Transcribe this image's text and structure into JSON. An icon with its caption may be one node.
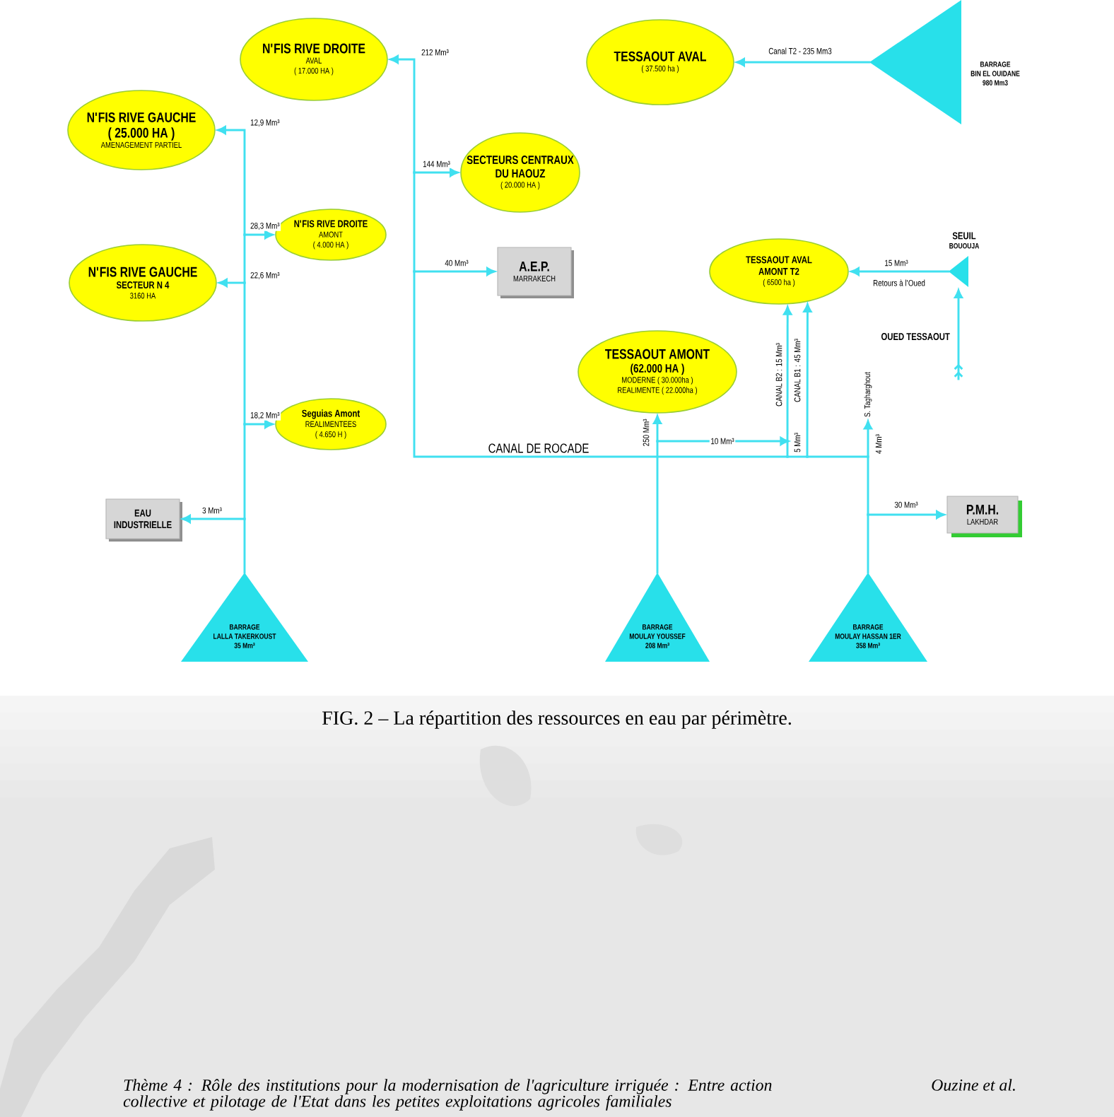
{
  "diagram": {
    "caption": "FIG. 2 – La répartition des ressources en eau par périmètre.",
    "nodes": [
      {
        "text": [
          "N'FIS RIVE DROITE",
          "AVAL",
          "( 17.000 HA )"
        ]
      },
      {
        "text": [
          "TESSAOUT AVAL",
          "( 37.500 ha )"
        ]
      },
      {
        "text": [
          "BARRAGE",
          "BIN EL OUIDANE",
          "980 Mm3"
        ]
      },
      {
        "text": [
          "N'FIS RIVE GAUCHE",
          "( 25.000 HA )",
          "AMENAGEMENT PARTIEL"
        ]
      },
      {
        "text": [
          "SECTEURS CENTRAUX DU HAOUZ",
          "( 20.000 HA )"
        ]
      },
      {
        "text": [
          "N'FIS RIVE DROITE",
          "AMONT",
          "( 4.000 HA )"
        ]
      },
      {
        "text": [
          "N'FIS RIVE GAUCHE",
          "SECTEUR N 4",
          "3160 HA"
        ]
      },
      {
        "text": [
          "A.E.P.",
          "MARRAKECH"
        ]
      },
      {
        "text": [
          "TESSAOUT AVAL AMONT T2",
          "( 6500 ha )"
        ]
      },
      {
        "text": [
          "SEUIL",
          "BOUOUJA"
        ]
      },
      {
        "text": [
          "TESSAOUT AMONT",
          "(62.000 HA )",
          "MODERNE ( 30.000ha ) REALIMENTE ( 22.000ha )"
        ]
      },
      {
        "text": [
          "S. Tagharghout"
        ]
      },
      {
        "text": [
          "Seguias Amont",
          "REALIMENTEES",
          "( 4.650 H )"
        ]
      },
      {
        "text": [
          "EAU INDUSTRIELLE"
        ]
      },
      {
        "text": [
          "P.M.H.",
          "LAKHDAR"
        ]
      },
      {
        "text": [
          "BARRAGE",
          "LALLA TAKERKOUST",
          "35 Mm³"
        ]
      },
      {
        "text": [
          "BARRAGE",
          "MOULAY YOUSSEF",
          "208 Mm³"
        ]
      },
      {
        "text": [
          "BARRAGE",
          "MOULAY HASSAN 1ER",
          "358 Mm³"
        ]
      }
    ],
    "edges": [
      {
        "from": 2,
        "to": 1,
        "arrow": "to",
        "label": "Canal T2 - 235 Mm3"
      },
      {
        "from": 17,
        "to": 0,
        "arrow": "to",
        "label": "212 Mm³"
      },
      {
        "from": 17,
        "to": 4,
        "arrow": "to",
        "label": "144 Mm³"
      },
      {
        "from": 17,
        "to": 7,
        "arrow": "to",
        "label": "40 Mm³"
      },
      {
        "from": 15,
        "to": 3,
        "arrow": "to",
        "label": "12,9 Mm³"
      },
      {
        "from": 15,
        "to": 5,
        "arrow": "to",
        "label": "28,3 Mm³"
      },
      {
        "from": 15,
        "to": 6,
        "arrow": "to",
        "label": "22,6 Mm³"
      },
      {
        "from": 15,
        "to": 12,
        "arrow": "to",
        "label": "18,2 Mm³"
      },
      {
        "from": 15,
        "to": 13,
        "arrow": "to",
        "label": "3 Mm³"
      },
      {
        "from": 9,
        "to": 8,
        "arrow": "to",
        "label": "15 Mm³"
      },
      {
        "from": null,
        "to": 9,
        "arrow": "to",
        "label": "OUED TESSAOUT"
      },
      {
        "from": 16,
        "to": 10,
        "arrow": "to",
        "label": "250 Mm³"
      },
      {
        "from": 16,
        "to": 8,
        "arrow": "to",
        "label": "10 Mm³"
      },
      {
        "from": 17,
        "to": 8,
        "arrow": "to",
        "label": "5 Mm³"
      },
      {
        "from": 17,
        "to": 8,
        "arrow": "to",
        "label": "CANAL B1 : 45 Mm³"
      },
      {
        "from": 17,
        "to": 11,
        "arrow": "to",
        "label": "4 Mm³"
      },
      {
        "from": 17,
        "to": 14,
        "arrow": "to",
        "label": "30 Mm³"
      }
    ],
    "labels": [
      "Retours à l'Oued",
      "CANAL B2 : 15 Mm³",
      "CANAL DE ROCADE",
      "Thème 4 : Rôle des institutions pour la modernisation de l'agriculture irriguée : Entre action collective et pilotage de l'Etat dans les petites exploitations agricoles familiales",
      "Ouzine et al."
    ]
  }
}
